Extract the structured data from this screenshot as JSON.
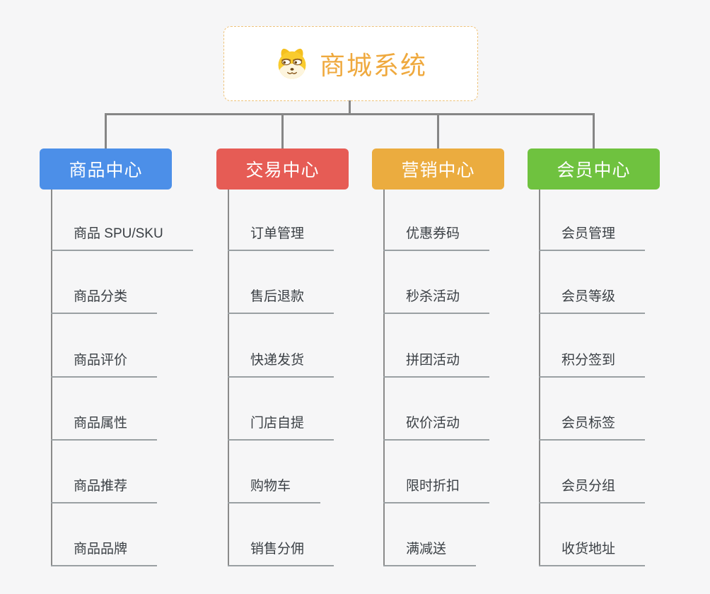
{
  "root": {
    "title": "商城系统",
    "icon": "dog-face-icon",
    "title_color": "#EFA93E",
    "border_color": "#EEC37A",
    "background": "#FFFFFF"
  },
  "connector_color": "#868686",
  "leaf_style": {
    "text_color": "#3B4045",
    "underline_color": "#9AA0A3"
  },
  "page_background": "#F6F6F7",
  "branches": [
    {
      "label": "商品中心",
      "color": "#4C8FE8",
      "items": [
        "商品 SPU/SKU",
        "商品分类",
        "商品评价",
        "商品属性",
        "商品推荐",
        "商品品牌"
      ]
    },
    {
      "label": "交易中心",
      "color": "#E65C55",
      "items": [
        "订单管理",
        "售后退款",
        "快递发货",
        "门店自提",
        "购物车",
        "销售分佣"
      ]
    },
    {
      "label": "营销中心",
      "color": "#EBAC3F",
      "items": [
        "优惠券码",
        "秒杀活动",
        "拼团活动",
        "砍价活动",
        "限时折扣",
        "满减送"
      ]
    },
    {
      "label": "会员中心",
      "color": "#6FC23F",
      "items": [
        "会员管理",
        "会员等级",
        "积分签到",
        "会员标签",
        "会员分组",
        "收货地址"
      ]
    }
  ]
}
